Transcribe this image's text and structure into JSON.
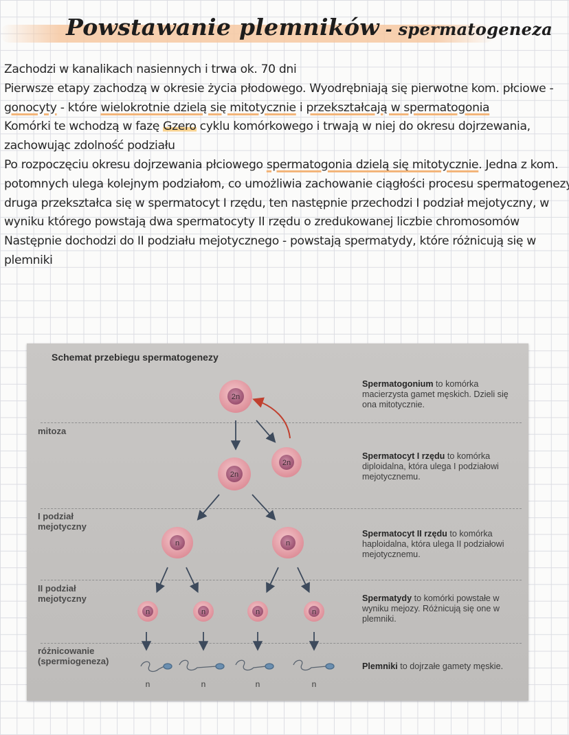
{
  "title": {
    "main": "Powstawanie plemników",
    "dash": " - ",
    "sub": "spermatogeneza"
  },
  "notes": {
    "l1": "Zachodzi w kanalikach nasiennych i trwa ok. 70 dni",
    "l2": "Pierwsze etapy zachodzą w okresie życia płodowego. Wyodrębniają się pierwotne kom. płciowe -",
    "l3a": "gonocyty",
    "l3b": " - które ",
    "l3c": "wielokrotnie dzielą się mitotycznie",
    "l3d": " i  ",
    "l3e": "przekształcają w spermatogonia",
    "l4a": "Komórki te wchodzą w fazę ",
    "l4b": "Gzero",
    "l4c": " cyklu komórkowego i trwają w niej do okresu dojrzewania,",
    "l5": "zachowując zdolność podziału",
    "l6a": "Po rozpoczęciu okresu dojrzewania płciowego ",
    "l6b": "spermatogonia dzielą się mitotycznie",
    "l6c": ". Jedna z kom.",
    "l7": "potomnych ulega kolejnym podziałom, co umożliwia zachowanie ciągłości procesu spermatogenezy, a",
    "l8": "druga przekształca się w spermatocyt I rzędu, ten następnie przechodzi I podział mejotyczny, w",
    "l9": "wyniku którego powstają dwa spermatocyty II rzędu o zredukowanej liczbie chromosomów",
    "l10": "Następnie dochodzi do II podziału mejotycznego - powstają spermatydy, które różnicują się w",
    "l11": "plemniki"
  },
  "figure": {
    "title": "Schemat przebiegu spermatogenezy",
    "stages": {
      "mitosis": "mitoza",
      "meiosis1_a": "I podział",
      "meiosis1_b": "mejotyczny",
      "meiosis2_a": "II podział",
      "meiosis2_b": "mejotyczny",
      "diff_a": "różnicowanie",
      "diff_b": "(spermiogeneza)"
    },
    "cell_labels": {
      "diploid": "2n",
      "haploid": "n"
    },
    "descriptions": {
      "d1_bold": "Spermatogonium",
      "d1_text": " to komórka macierzysta gamet męskich. Dzieli się ona mitotycznie.",
      "d2_bold": "Spermatocyt I rzędu",
      "d2_text": " to komórka diploidalna, która ulega I podziałowi mejotycznemu.",
      "d3_bold": "Spermatocyt II rzędu",
      "d3_text": " to komórka haploidalna, która ulega II podziałowi mejotycznemu.",
      "d4_bold": "Spermatydy",
      "d4_text": " to komórki powstałe w wyniku mejozy. Różnicują się one w plemniki.",
      "d5_bold": "Plemniki",
      "d5_text": " to dojrzałe gamety męskie."
    },
    "colors": {
      "cell_outer": "#e9a3ac",
      "cell_inner": "#b56a86",
      "arrow": "#3d4a5c",
      "return_arrow": "#c0402f"
    }
  }
}
